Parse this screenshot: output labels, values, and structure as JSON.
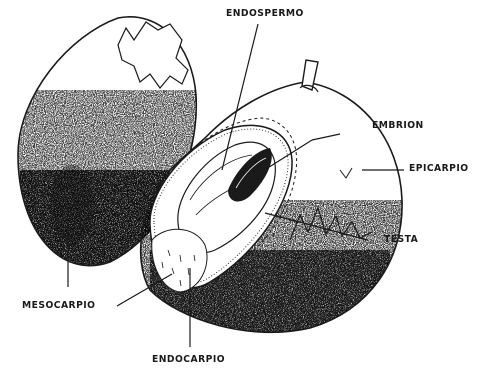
{
  "diagram": {
    "labels": {
      "endospermo": "ENDOSPERMO",
      "embrion": "EMBRION",
      "epicarpio": "EPICARPIO",
      "testa": "TESTA",
      "mesocarpio": "MESOCARPIO",
      "endocarpio": "ENDOCARPIO"
    },
    "colors": {
      "ink": "#1a1a1a",
      "paper": "#ffffff"
    }
  }
}
